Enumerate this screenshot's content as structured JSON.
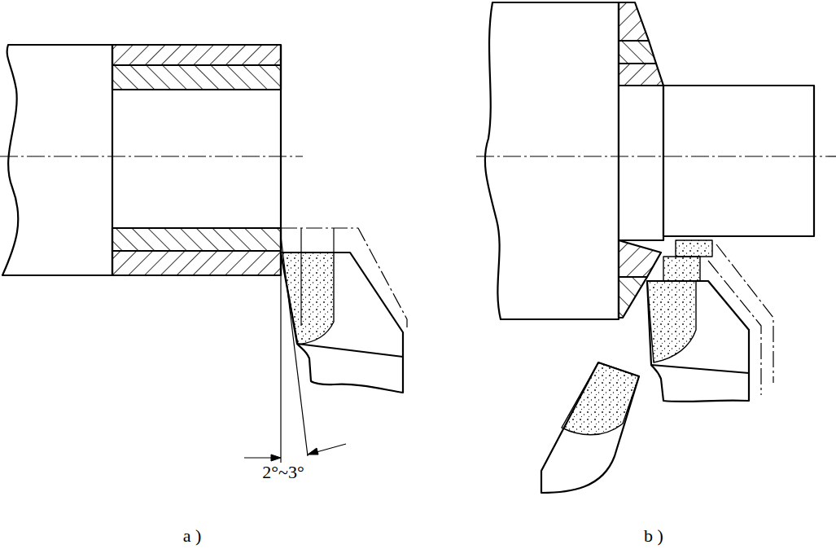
{
  "diagram": {
    "labels": [
      "2°~3°",
      "a )",
      "b )"
    ]
  }
}
